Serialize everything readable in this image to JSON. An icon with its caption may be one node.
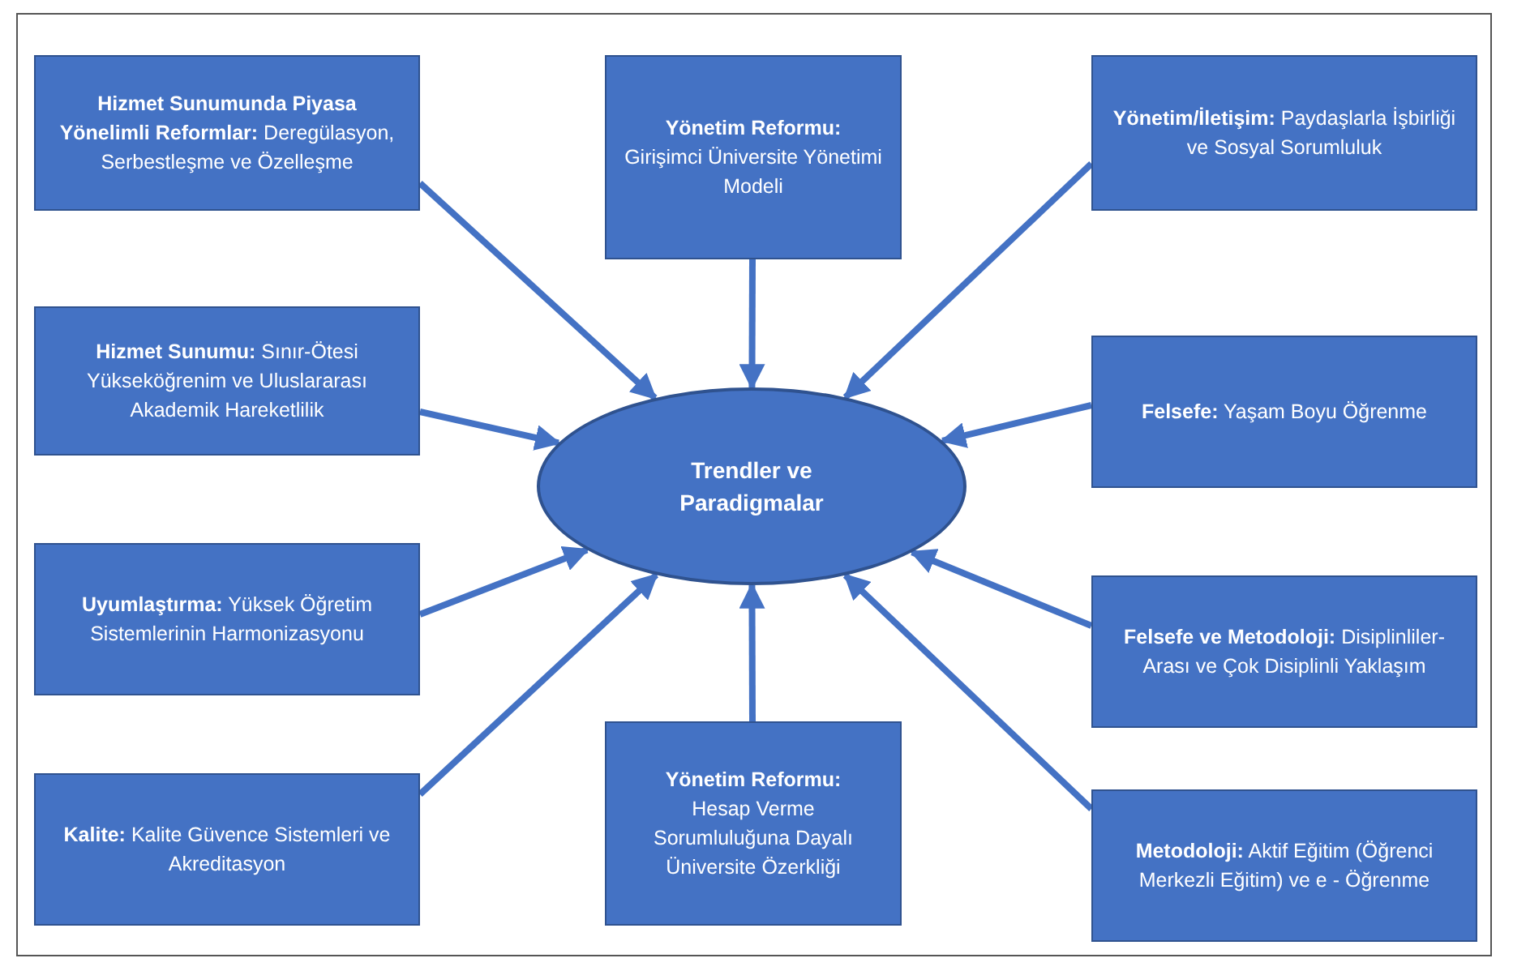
{
  "diagram": {
    "nodes": [
      {
        "text": [
          "**Hizmet Sunumunda Piyasa Yönelimli Reformlar:** Deregülasyon, Serbestleşme ve Özelleşme"
        ]
      },
      {
        "text": [
          "Yönetim Reformu:",
          "Girişimci Üniversite Yönetimi Modeli"
        ]
      },
      {
        "text": [
          "**Yönetim/İletişim:** Paydaşlarla İşbirliği ve Sosyal Sorumluluk"
        ]
      },
      {
        "text": [
          "**Hizmet Sunumu:** Sınır-Ötesi Yükseköğrenim ve Uluslararası Akademik Hareketlilik"
        ]
      },
      {
        "text": [
          "**Felsefe:** Yaşam Boyu Öğrenme"
        ]
      },
      {
        "text": [
          "Trendler ve Paradigmalar"
        ]
      },
      {
        "text": [
          "**Uyumlaştırma:** Yüksek Öğretim Sistemlerinin Harmonizasyonu"
        ]
      },
      {
        "text": [
          "**Felsefe ve Metodoloji:** Disiplinliler-Arası ve Çok Disiplinli Yaklaşım"
        ]
      },
      {
        "text": [
          "**Kalite:** Kalite Güvence Sistemleri ve Akreditasyon"
        ]
      },
      {
        "text": [
          "Yönetim Reformu:",
          "Hesap Verme Sorumluluğuna Dayalı Üniversite Özerkliği"
        ]
      },
      {
        "text": [
          "**Metodoloji:** Aktif Eğitim (Öğrenci Merkezli Eğitim) ve e - Öğrenme"
        ]
      }
    ],
    "edges": [
      {
        "from": 0,
        "to": 5,
        "arrow": "to"
      },
      {
        "from": 1,
        "to": 5,
        "arrow": "to"
      },
      {
        "from": 2,
        "to": 5,
        "arrow": "to"
      },
      {
        "from": 3,
        "to": 5,
        "arrow": "to"
      },
      {
        "from": 4,
        "to": 5,
        "arrow": "to"
      },
      {
        "from": 6,
        "to": 5,
        "arrow": "to"
      },
      {
        "from": 7,
        "to": 5,
        "arrow": "to"
      },
      {
        "from": 8,
        "to": 5,
        "arrow": "to"
      },
      {
        "from": 9,
        "to": 5,
        "arrow": "to"
      },
      {
        "from": 10,
        "to": 5,
        "arrow": "to"
      }
    ]
  }
}
